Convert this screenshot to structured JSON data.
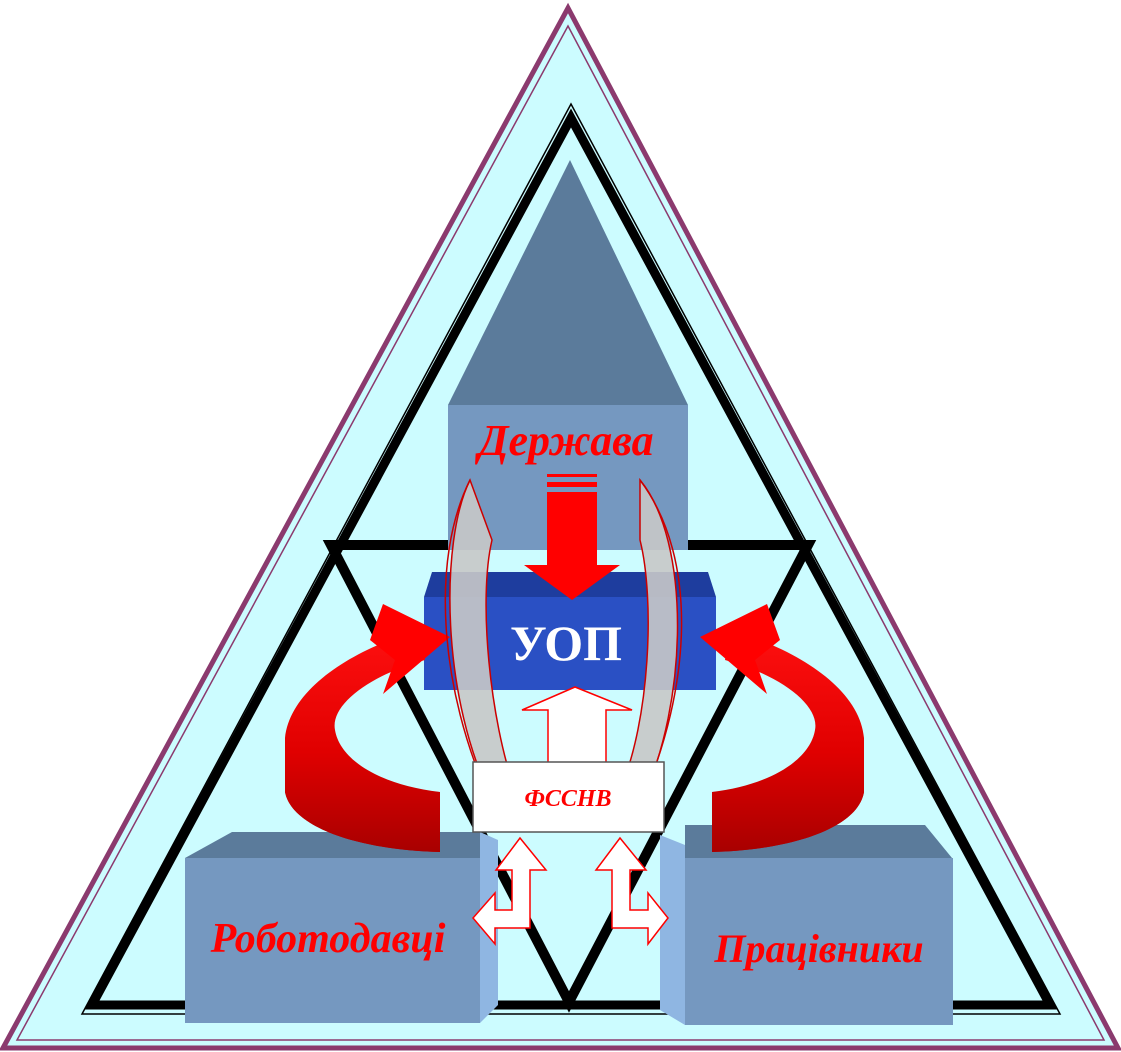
{
  "labels": {
    "state": "Держава",
    "center": "УОП",
    "fund": "ФССНВ",
    "employers": "Роботодавці",
    "workers": "Працівники"
  },
  "colors": {
    "outer_fill": "#ccfcff",
    "outer_border": "#8b3a6e",
    "block_front": "#7598c0",
    "block_top": "#5b7b9b",
    "block_side": "#8fb6e2",
    "center_front": "#2a50c4",
    "center_top": "#1e3d9e",
    "arrow_red": "#ff0000",
    "arrow_dark_red": "#c00000",
    "label_red": "#ff0000"
  }
}
